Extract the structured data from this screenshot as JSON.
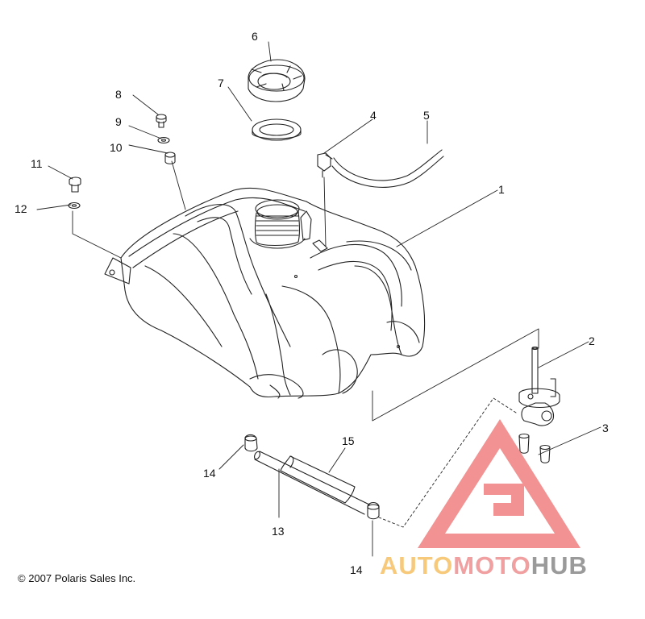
{
  "diagram": {
    "callouts": [
      "1",
      "2",
      "3",
      "4",
      "5",
      "6",
      "7",
      "8",
      "9",
      "10",
      "11",
      "12",
      "13",
      "14",
      "14",
      "15"
    ],
    "copyright": "© 2007 Polaris Sales Inc."
  },
  "watermark": {
    "part1": "AUTO",
    "part2": "MOTO",
    "part3": "HUB",
    "colors": {
      "auto": "#f7c97a",
      "moto": "#f0a0a0",
      "hub": "#9a9a9a",
      "triangle": "#f08080"
    }
  }
}
